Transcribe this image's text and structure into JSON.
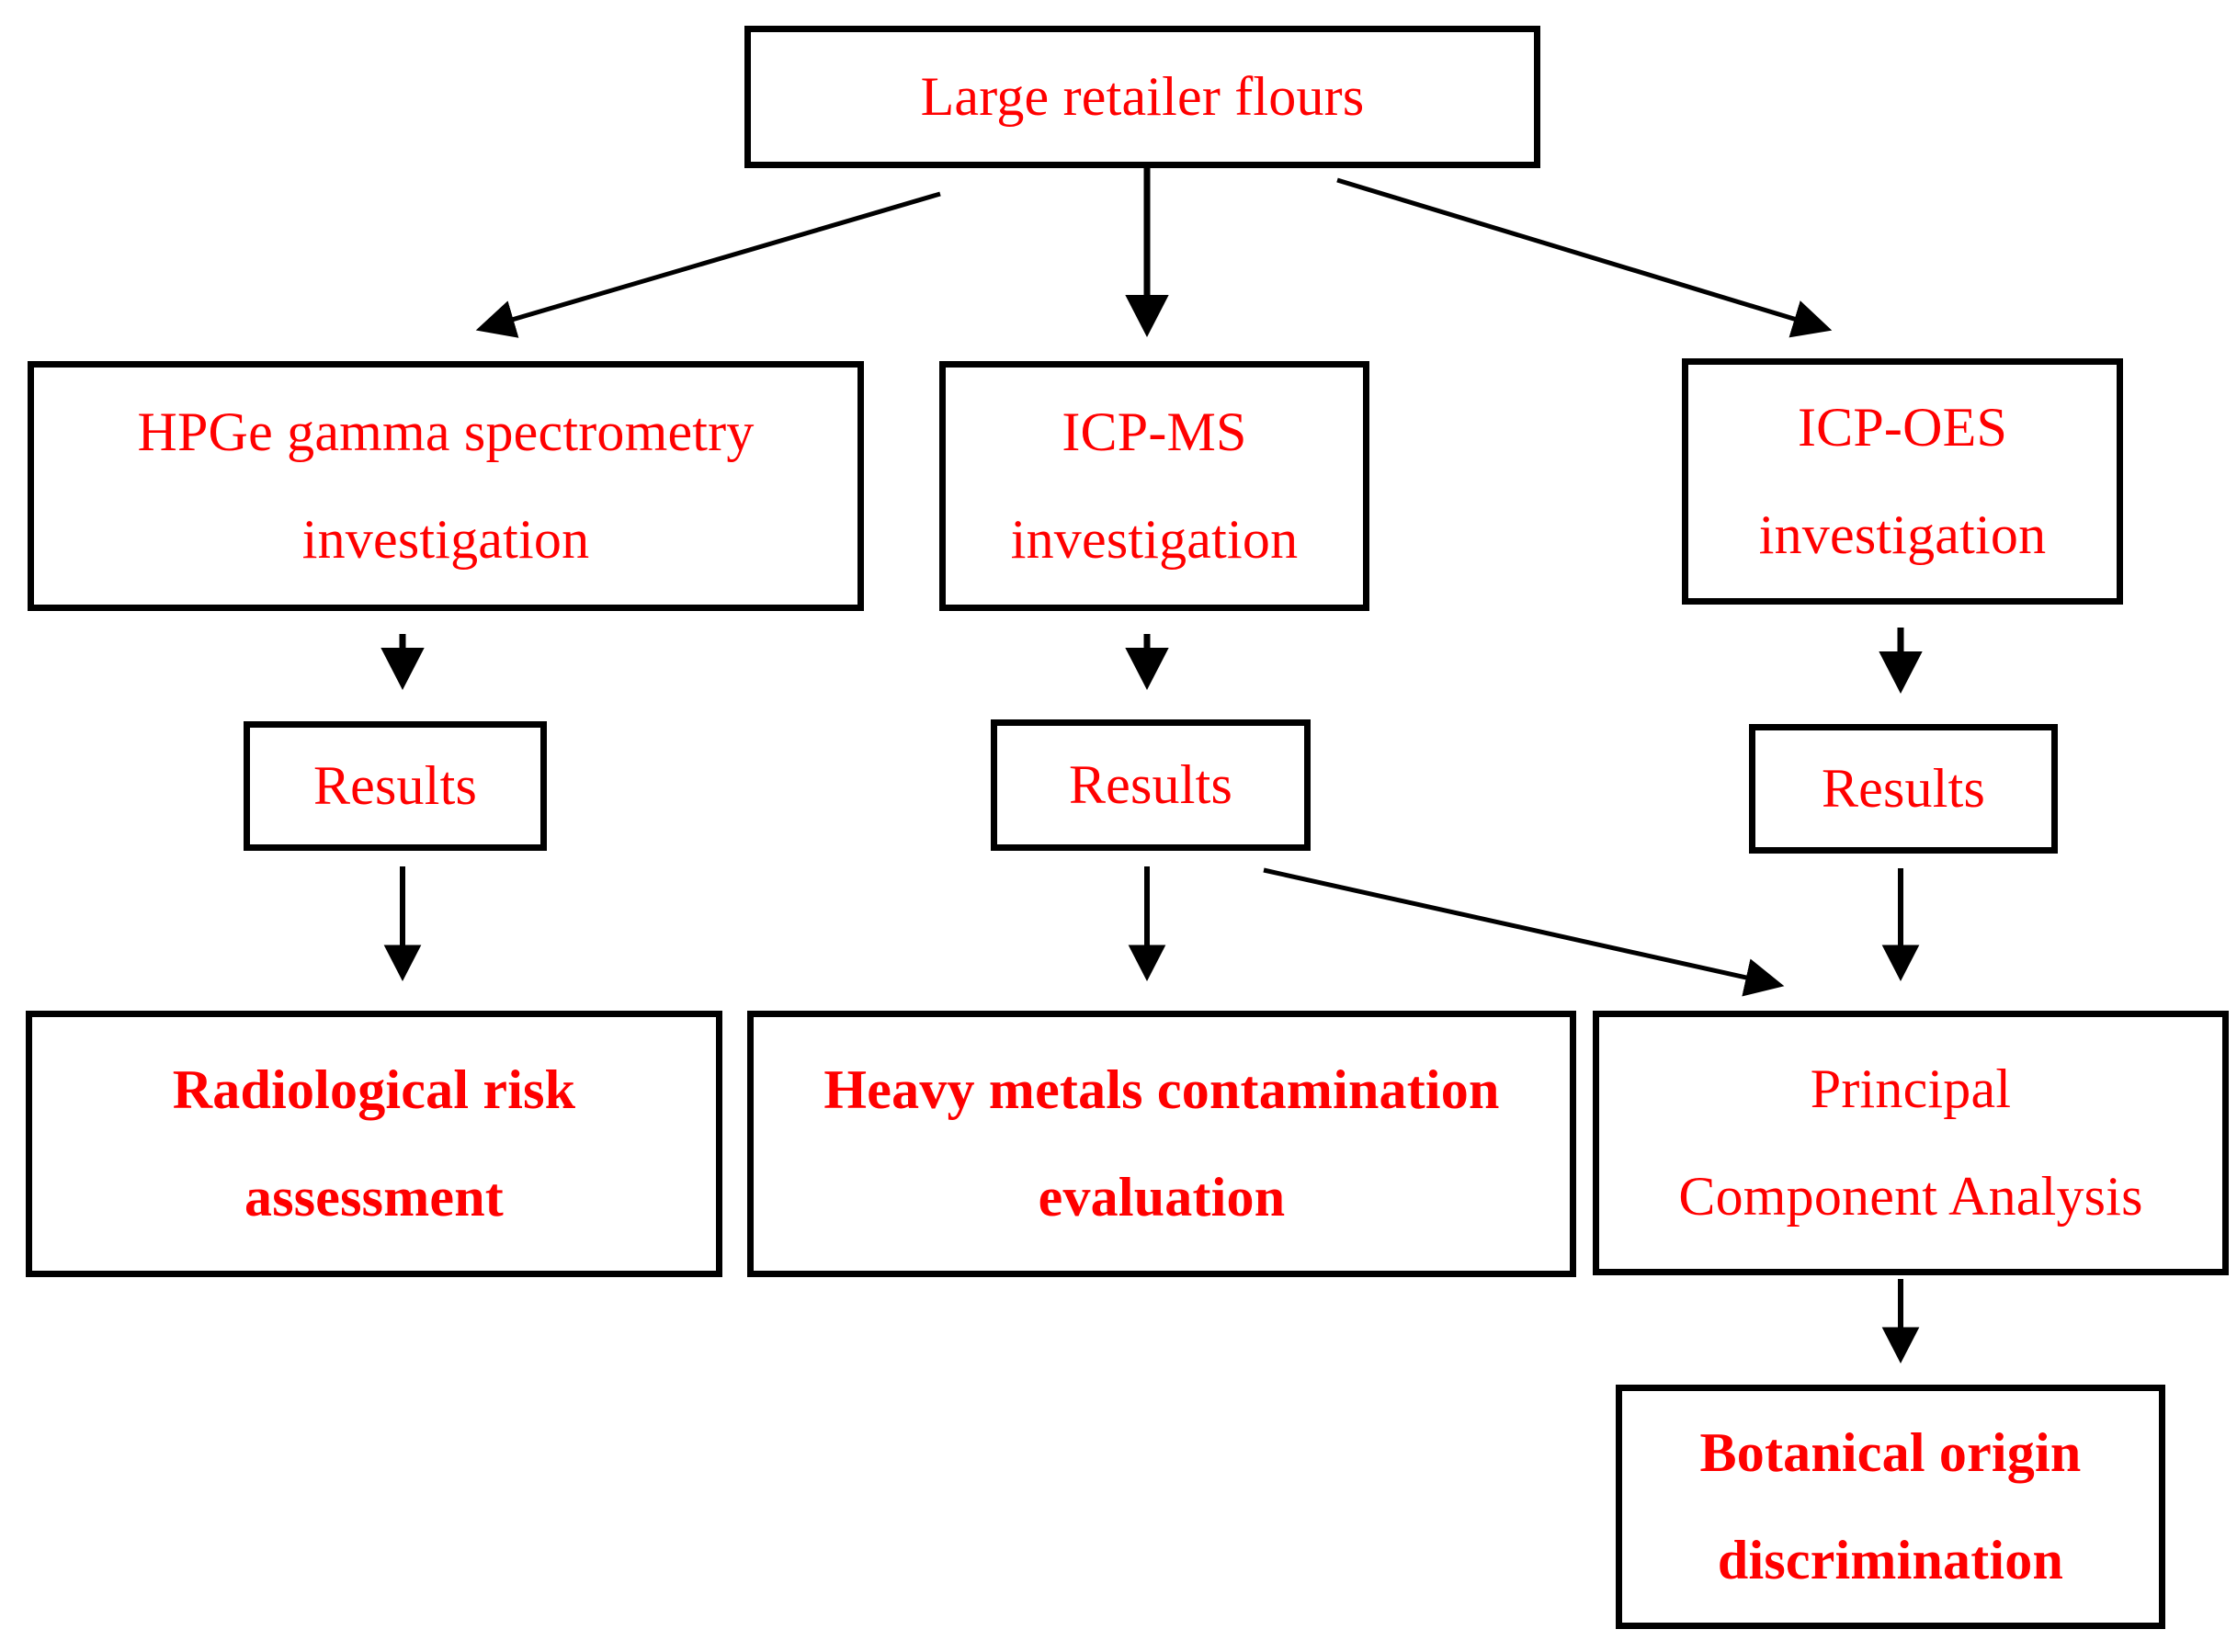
{
  "diagram": {
    "title": "Large retailer flours analytical workflow",
    "type": "flowchart",
    "colors": {
      "node_text": "#ff0000",
      "node_border": "#000000",
      "node_fill": "#ffffff",
      "arrow": "#000000",
      "background": "#ffffff"
    },
    "nodes": [
      {
        "id": "source",
        "label": "Large retailer flours",
        "lines": [
          "Large retailer flours"
        ],
        "bold": false
      },
      {
        "id": "hpge",
        "label": "HPGe gamma spectrometry investigation",
        "lines": [
          "HPGe gamma spectrometry",
          "investigation"
        ],
        "bold": false
      },
      {
        "id": "icpms",
        "label": "ICP-MS investigation",
        "lines": [
          "ICP-MS",
          "investigation"
        ],
        "bold": false
      },
      {
        "id": "icpoes",
        "label": "ICP-OES investigation",
        "lines": [
          "ICP-OES",
          "investigation"
        ],
        "bold": false
      },
      {
        "id": "res_left",
        "label": "Results",
        "lines": [
          "Results"
        ],
        "bold": false
      },
      {
        "id": "res_mid",
        "label": "Results",
        "lines": [
          "Results"
        ],
        "bold": false
      },
      {
        "id": "res_right",
        "label": "Results",
        "lines": [
          "Results"
        ],
        "bold": false
      },
      {
        "id": "radio",
        "label": "Radiological risk assessment",
        "lines": [
          "Radiological risk",
          "assessment"
        ],
        "bold": true
      },
      {
        "id": "heavy",
        "label": "Heavy metals contamination evaluation",
        "lines": [
          "Heavy metals contamination",
          "evaluation"
        ],
        "bold": true
      },
      {
        "id": "pca",
        "label": "Principal Component Analysis",
        "lines": [
          "Principal",
          "Component Analysis"
        ],
        "bold": false
      },
      {
        "id": "botanical",
        "label": "Botanical origin discrimination",
        "lines": [
          "Botanical origin",
          "discrimination"
        ],
        "bold": true
      }
    ],
    "edges": [
      {
        "from": "source",
        "to": "hpge",
        "style": "diagonal-down-left"
      },
      {
        "from": "source",
        "to": "icpms",
        "style": "vertical"
      },
      {
        "from": "source",
        "to": "icpoes",
        "style": "diagonal-down-right"
      },
      {
        "from": "hpge",
        "to": "res_left",
        "style": "vertical"
      },
      {
        "from": "icpms",
        "to": "res_mid",
        "style": "vertical"
      },
      {
        "from": "icpoes",
        "to": "res_right",
        "style": "vertical"
      },
      {
        "from": "res_left",
        "to": "radio",
        "style": "vertical"
      },
      {
        "from": "res_mid",
        "to": "heavy",
        "style": "vertical"
      },
      {
        "from": "res_mid",
        "to": "pca",
        "style": "diagonal-down-right"
      },
      {
        "from": "res_right",
        "to": "pca",
        "style": "vertical"
      },
      {
        "from": "pca",
        "to": "botanical",
        "style": "vertical"
      }
    ]
  }
}
